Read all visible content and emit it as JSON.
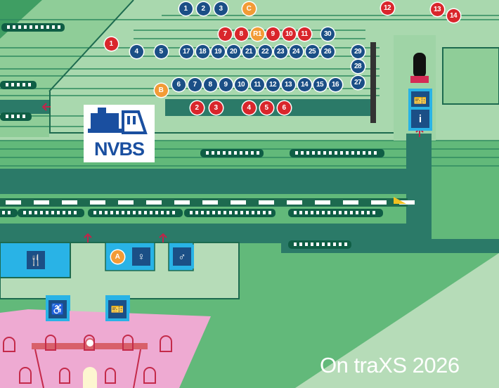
{
  "logo": {
    "text": "NVBS"
  },
  "caption": "On traXS 2026",
  "colors": {
    "blue": "#1b4f86",
    "red": "#d9262c",
    "orange": "#f29b36",
    "dark_green": "#2b7a68",
    "light_green": "#b6dcb8",
    "grass": "#62b97a",
    "pink": "#eeaad2"
  },
  "markers": [
    {
      "label": "1",
      "kind": "blue"
    },
    {
      "label": "2",
      "kind": "blue"
    },
    {
      "label": "3",
      "kind": "blue"
    },
    {
      "label": "C",
      "kind": "orange"
    },
    {
      "label": "12",
      "kind": "red"
    },
    {
      "label": "13",
      "kind": "red"
    },
    {
      "label": "14",
      "kind": "red"
    },
    {
      "label": "7",
      "kind": "red"
    },
    {
      "label": "8",
      "kind": "red"
    },
    {
      "label": "R1",
      "kind": "orange"
    },
    {
      "label": "9",
      "kind": "red"
    },
    {
      "label": "10",
      "kind": "red"
    },
    {
      "label": "11",
      "kind": "red"
    },
    {
      "label": "30",
      "kind": "blue"
    },
    {
      "label": "1",
      "kind": "red"
    },
    {
      "label": "4",
      "kind": "blue"
    },
    {
      "label": "5",
      "kind": "blue"
    },
    {
      "label": "17",
      "kind": "blue"
    },
    {
      "label": "18",
      "kind": "blue"
    },
    {
      "label": "19",
      "kind": "blue"
    },
    {
      "label": "20",
      "kind": "blue"
    },
    {
      "label": "21",
      "kind": "blue"
    },
    {
      "label": "22",
      "kind": "blue"
    },
    {
      "label": "23",
      "kind": "blue"
    },
    {
      "label": "24",
      "kind": "blue"
    },
    {
      "label": "25",
      "kind": "blue"
    },
    {
      "label": "26",
      "kind": "blue"
    },
    {
      "label": "29",
      "kind": "blue"
    },
    {
      "label": "28",
      "kind": "blue"
    },
    {
      "label": "27",
      "kind": "blue"
    },
    {
      "label": "6",
      "kind": "blue"
    },
    {
      "label": "7",
      "kind": "blue"
    },
    {
      "label": "8",
      "kind": "blue"
    },
    {
      "label": "9",
      "kind": "blue"
    },
    {
      "label": "10",
      "kind": "blue"
    },
    {
      "label": "11",
      "kind": "blue"
    },
    {
      "label": "12",
      "kind": "blue"
    },
    {
      "label": "13",
      "kind": "blue"
    },
    {
      "label": "14",
      "kind": "blue"
    },
    {
      "label": "15",
      "kind": "blue"
    },
    {
      "label": "16",
      "kind": "blue"
    },
    {
      "label": "B",
      "kind": "orange"
    },
    {
      "label": "2",
      "kind": "red"
    },
    {
      "label": "3",
      "kind": "red"
    },
    {
      "label": "4",
      "kind": "red"
    },
    {
      "label": "5",
      "kind": "red"
    },
    {
      "label": "6",
      "kind": "red"
    },
    {
      "label": "A",
      "kind": "orange"
    }
  ],
  "facilities": [
    {
      "name": "restaurant-icon",
      "glyph": "🍴"
    },
    {
      "name": "womens-toilet-icon",
      "glyph": "♀"
    },
    {
      "name": "mens-toilet-icon",
      "glyph": "♂"
    },
    {
      "name": "wheelchair-icon",
      "glyph": "♿"
    },
    {
      "name": "ticket-icon",
      "glyph": "🎫"
    },
    {
      "name": "ticket-icon",
      "glyph": "🎫"
    },
    {
      "name": "info-icon",
      "glyph": "i"
    }
  ]
}
